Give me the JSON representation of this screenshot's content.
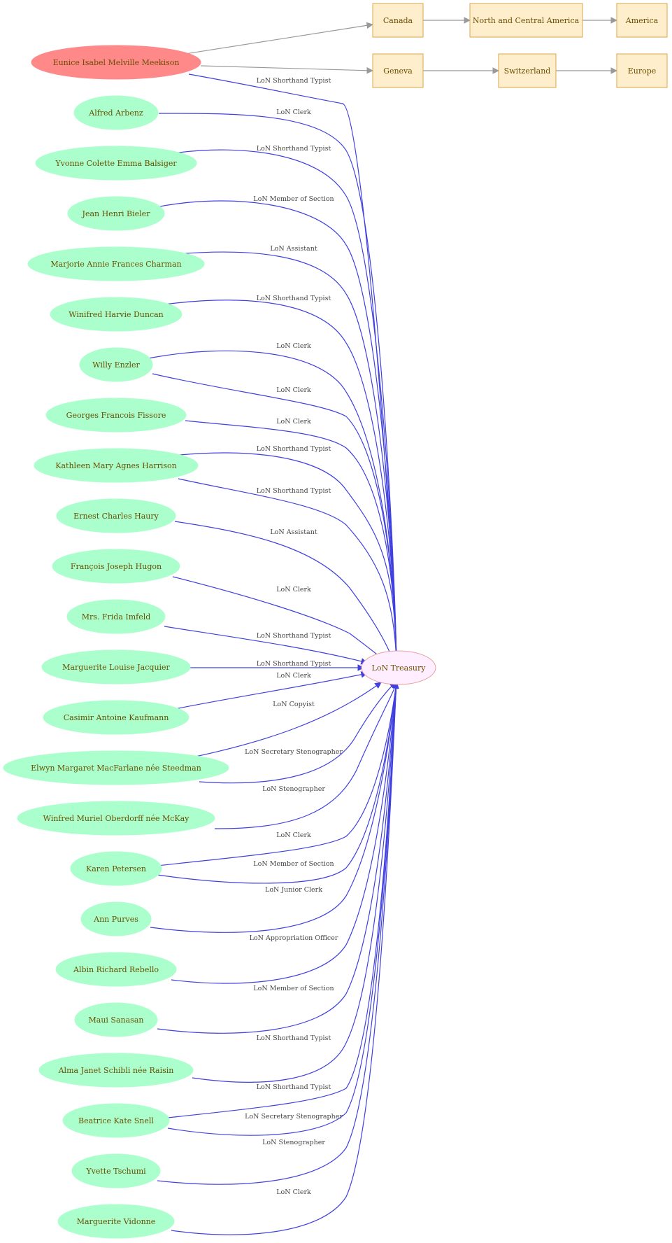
{
  "colors": {
    "person_fill": "#aaffcc",
    "focus_fill": "#ff8888",
    "org_fill": "#ffeeff",
    "place_fill": "#ffeecc",
    "edge_blue": "#4040e0",
    "edge_grey": "#999999",
    "text": "#6b4e00"
  },
  "focus_person": "Eunice Isabel Melville Meekison",
  "organization": "LoN Treasury",
  "places": {
    "canada": "Canada",
    "north_central_america": "North and Central America",
    "america": "America",
    "geneva": "Geneva",
    "switzerland": "Switzerland",
    "europe": "Europe"
  },
  "people": [
    {
      "id": "meekison",
      "name": "Eunice Isabel Melville Meekison",
      "roles": [
        "LoN Shorthand Typist"
      ]
    },
    {
      "id": "arbenz",
      "name": "Alfred Arbenz",
      "roles": [
        "LoN Clerk"
      ]
    },
    {
      "id": "balsiger",
      "name": "Yvonne Colette Emma Balsiger",
      "roles": [
        "LoN Shorthand Typist"
      ]
    },
    {
      "id": "bieler",
      "name": "Jean Henri Bieler",
      "roles": [
        "LoN Member of Section"
      ]
    },
    {
      "id": "charman",
      "name": "Marjorie Annie Frances Charman",
      "roles": [
        "LoN Assistant"
      ]
    },
    {
      "id": "duncan",
      "name": "Winifred Harvie Duncan",
      "roles": [
        "LoN Shorthand Typist"
      ]
    },
    {
      "id": "enzler",
      "name": "Willy Enzler",
      "roles": [
        "LoN Clerk",
        "LoN Clerk"
      ]
    },
    {
      "id": "fissore",
      "name": "Georges Francois  Fissore",
      "roles": [
        "LoN Clerk"
      ]
    },
    {
      "id": "harrison",
      "name": "Kathleen Mary Agnes Harrison",
      "roles": [
        "LoN Shorthand Typist",
        "LoN Shorthand Typist"
      ]
    },
    {
      "id": "haury",
      "name": "Ernest Charles Haury",
      "roles": [
        "LoN Assistant"
      ]
    },
    {
      "id": "hugon",
      "name": "François Joseph Hugon",
      "roles": [
        "LoN Clerk"
      ]
    },
    {
      "id": "imfeld",
      "name": "Mrs. Frida Imfeld",
      "roles": [
        "LoN Shorthand Typist"
      ]
    },
    {
      "id": "jacquier",
      "name": "Marguerite Louise Jacquier",
      "roles": [
        "LoN Shorthand Typist"
      ]
    },
    {
      "id": "kaufmann",
      "name": "Casimir Antoine Kaufmann",
      "roles": [
        "LoN Clerk"
      ]
    },
    {
      "id": "macfarlane",
      "name": "Elwyn Margaret MacFarlane née Steedman",
      "roles": [
        "LoN Copyist",
        "LoN Secretary Stenographer"
      ]
    },
    {
      "id": "oberdorff",
      "name": "Winfred Muriel Oberdorff née McKay",
      "roles": [
        "LoN Stenographer"
      ]
    },
    {
      "id": "petersen",
      "name": "Karen Petersen",
      "roles": [
        "LoN Clerk",
        "LoN Member of Section"
      ]
    },
    {
      "id": "purves",
      "name": "Ann Purves",
      "roles": [
        "LoN Junior Clerk"
      ]
    },
    {
      "id": "rebello",
      "name": "Albin Richard Rebello",
      "roles": [
        "LoN Appropriation Officer"
      ]
    },
    {
      "id": "sanasan",
      "name": "Maui Sanasan",
      "roles": [
        "LoN Member of Section"
      ]
    },
    {
      "id": "schibli",
      "name": "Alma Janet Schibli née Raisin",
      "roles": [
        "LoN Shorthand Typist"
      ]
    },
    {
      "id": "snell",
      "name": "Beatrice Kate Snell",
      "roles": [
        "LoN Shorthand Typist",
        "LoN Secretary Stenographer"
      ]
    },
    {
      "id": "tschumi",
      "name": "Yvette Tschumi",
      "roles": [
        "LoN Stenographer"
      ]
    },
    {
      "id": "vidonne",
      "name": "Marguerite Vidonne",
      "roles": [
        "LoN Clerk"
      ]
    }
  ]
}
